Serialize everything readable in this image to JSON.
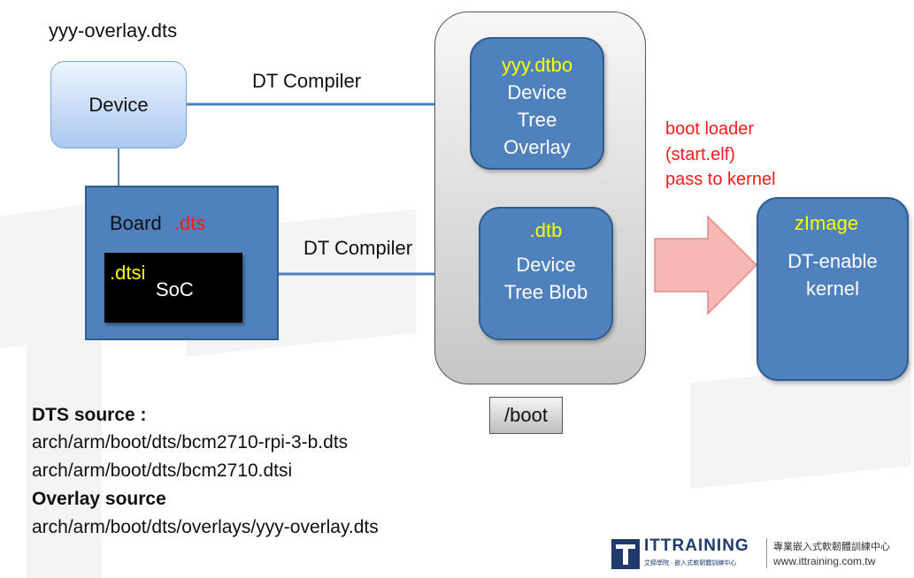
{
  "overlay_file": "yyy-overlay.dts",
  "device": {
    "label": "Device"
  },
  "board": {
    "label": "Board",
    "suffix": ".dts"
  },
  "soc": {
    "tag": ".dtsi",
    "label": "SoC"
  },
  "compiler_top": "DT  Compiler",
  "compiler_bottom": "DT  Compiler",
  "dtbo": {
    "ext": "yyy.dtbo",
    "lines": [
      "Device",
      "Tree",
      "Overlay"
    ]
  },
  "dtb": {
    "ext": ".dtb",
    "lines": [
      "Device",
      "Tree Blob"
    ]
  },
  "boot_dir": "/boot",
  "bootloader": {
    "lines": [
      "boot loader",
      "(start.elf)",
      "pass to kernel"
    ]
  },
  "kernel": {
    "ext": "zImage",
    "lines": [
      "DT-enable",
      "kernel"
    ]
  },
  "sources": {
    "dts_heading": "DTS source :",
    "dts_paths": [
      "arch/arm/boot/dts/bcm2710-rpi-3-b.dts",
      "arch/arm/boot/dts/bcm2710.dtsi"
    ],
    "overlay_heading": "Overlay source",
    "overlay_paths": [
      "arch/arm/boot/dts/overlays/yyy-overlay.dts"
    ]
  },
  "logo": {
    "brand": "ITTRAINING",
    "tagline": "專業嵌入式軟韌體訓練中心",
    "sub": "艾鍗學院 · 嵌入式軟韌體訓練中心",
    "url": "www.ittraining.com.tw"
  },
  "colors": {
    "box_blue": "#4f81bd",
    "accent_yellow": "#ffff00",
    "alert_red": "#ff1a1a",
    "arrow_pink": "#f7b7b5"
  }
}
